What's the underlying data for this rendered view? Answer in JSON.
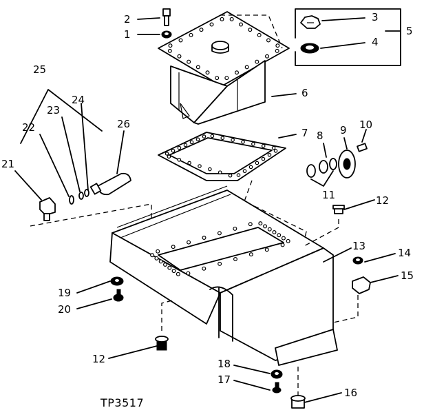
{
  "figure_id": "TP3517",
  "callouts": [
    {
      "id": "c1",
      "text": "1"
    },
    {
      "id": "c2",
      "text": "2"
    },
    {
      "id": "c3",
      "text": "3"
    },
    {
      "id": "c4",
      "text": "4"
    },
    {
      "id": "c5",
      "text": "5"
    },
    {
      "id": "c6",
      "text": "6"
    },
    {
      "id": "c7",
      "text": "7"
    },
    {
      "id": "c8",
      "text": "8"
    },
    {
      "id": "c9",
      "text": "9"
    },
    {
      "id": "c10",
      "text": "10"
    },
    {
      "id": "c11",
      "text": "11"
    },
    {
      "id": "c12a",
      "text": "12"
    },
    {
      "id": "c12b",
      "text": "12"
    },
    {
      "id": "c13",
      "text": "13"
    },
    {
      "id": "c14",
      "text": "14"
    },
    {
      "id": "c15",
      "text": "15"
    },
    {
      "id": "c16",
      "text": "16"
    },
    {
      "id": "c17",
      "text": "17"
    },
    {
      "id": "c18",
      "text": "18"
    },
    {
      "id": "c19",
      "text": "19"
    },
    {
      "id": "c20",
      "text": "20"
    },
    {
      "id": "c21",
      "text": "21"
    },
    {
      "id": "c22",
      "text": "22"
    },
    {
      "id": "c23",
      "text": "23"
    },
    {
      "id": "c24",
      "text": "24"
    },
    {
      "id": "c25",
      "text": "25"
    },
    {
      "id": "c26",
      "text": "26"
    }
  ]
}
